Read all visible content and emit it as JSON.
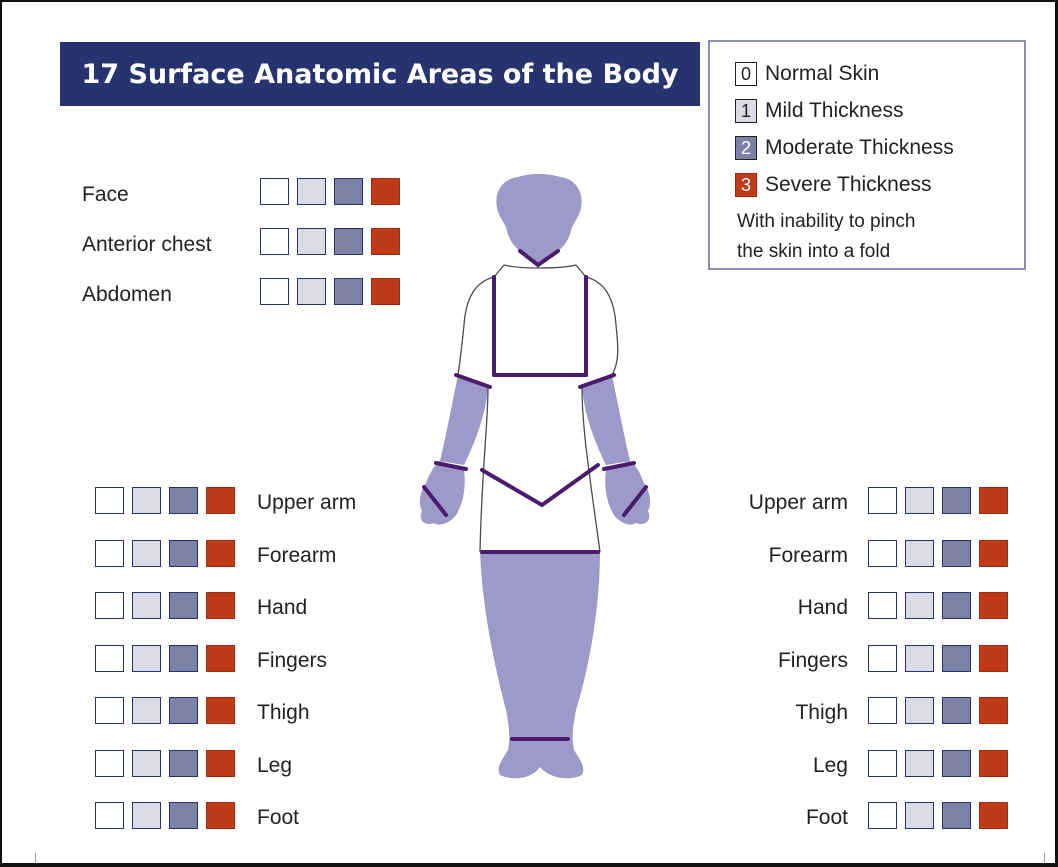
{
  "title": "17 Surface Anatomic Areas of the Body",
  "colors": {
    "title_bg": "#27336f",
    "score_0": "#ffffff",
    "score_1": "#dadbe7",
    "score_2": "#7b82a6",
    "score_3": "#bf3a16",
    "body_fill": "#9d99c8",
    "body_outline": "#4a1c6e"
  },
  "legend": {
    "items": [
      {
        "score": "0",
        "label": "Normal Skin"
      },
      {
        "score": "1",
        "label": "Mild Thickness"
      },
      {
        "score": "2",
        "label": "Moderate Thickness"
      },
      {
        "score": "3",
        "label": "Severe Thickness"
      }
    ],
    "note_line1": "With inability to pinch",
    "note_line2": "the skin into a fold"
  },
  "central_areas": [
    "Face",
    "Anterior chest",
    "Abdomen"
  ],
  "left_side_areas": [
    "Upper arm",
    "Forearm",
    "Hand",
    "Fingers",
    "Thigh",
    "Leg",
    "Foot"
  ],
  "right_side_areas": [
    "Upper arm",
    "Forearm",
    "Hand",
    "Fingers",
    "Thigh",
    "Leg",
    "Foot"
  ]
}
